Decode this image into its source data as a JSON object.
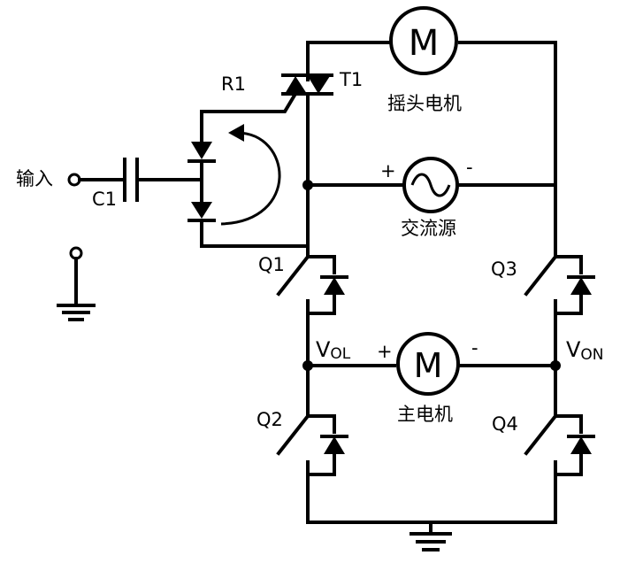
{
  "labels": {
    "input": "输入",
    "c1": "C1",
    "r1": "R1",
    "t1": "T1",
    "swing_motor": "摇头电机",
    "ac_source": "交流源",
    "main_motor": "主电机",
    "q1": "Q1",
    "q2": "Q2",
    "q3": "Q3",
    "q4": "Q4",
    "v_ol_main": "V",
    "v_ol_sub": "OL",
    "v_on_main": "V",
    "v_on_sub": "ON",
    "plus": "+",
    "minus": "-",
    "motor_symbol": "M"
  }
}
